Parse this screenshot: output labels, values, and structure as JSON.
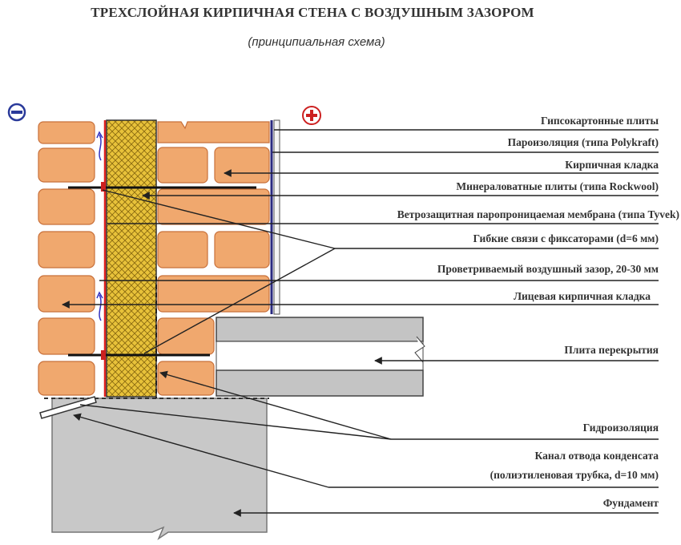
{
  "title": "ТРЕХСЛОЙНАЯ КИРПИЧНАЯ СТЕНА С ВОЗДУШНЫМ ЗАЗОРОМ",
  "subtitle": "(принципиальная схема)",
  "side_markers": {
    "cold": "minus-sign",
    "warm": "plus-sign"
  },
  "labels": [
    "Гипсокартонные плиты",
    "Пароизоляция (типа Polykraft)",
    "Кирпичная кладка",
    "Минераловатные плиты (типа Rockwool)",
    "Ветрозащитная паропроницаемая мембрана (типа Tyvek)",
    "Гибкие связи с фиксаторами (d=6 мм)",
    "Проветриваемый воздушный зазор, 20-30 мм",
    "Лицевая кирпичная кладка",
    "Плита перекрытия",
    "Гидроизоляция",
    "Канал отвода конденсата",
    "(полиэтиленовая трубка, d=10 мм)",
    "Фундамент"
  ],
  "colors": {
    "brick": "#f0a86e",
    "brick_edge": "#c8703a",
    "insulation": "#e8c23a",
    "membrane": "#e02020",
    "vapor": "#2a2a80",
    "slab": "#bfbfbf",
    "foundation": "#c8c8c8",
    "accent": "#cc2020"
  }
}
